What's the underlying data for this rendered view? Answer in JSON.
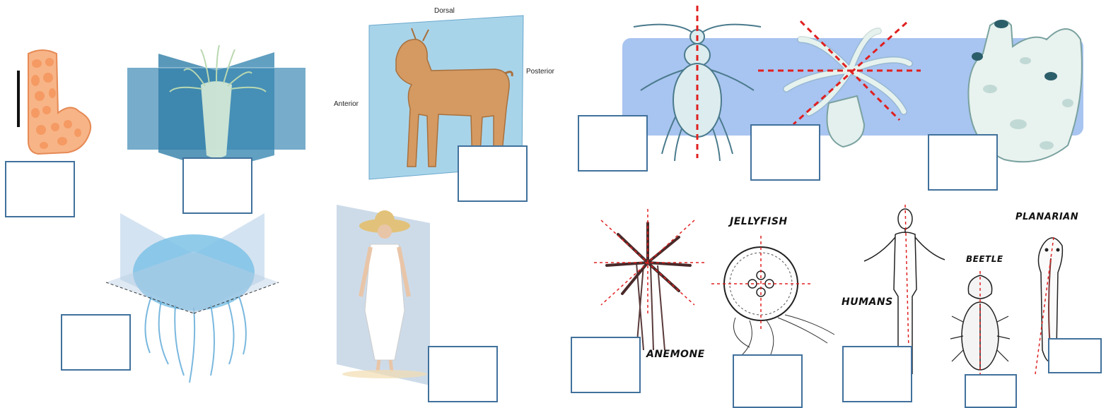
{
  "goal_panel": {
    "direction_labels": {
      "dorsal": "Dorsal",
      "posterior": "Posterior",
      "anterior": "Anterior"
    }
  },
  "sketch_panel": {
    "organism_labels": {
      "jellyfish": "JELLYFISH",
      "planarian": "PLANARIAN",
      "beetle": "BEETLE",
      "humans": "HUMANS",
      "anemone": "ANEMONE"
    }
  },
  "answer_boxes": [
    {
      "id": "sponge",
      "value": ""
    },
    {
      "id": "sea-anemone-planes",
      "value": ""
    },
    {
      "id": "goat",
      "value": ""
    },
    {
      "id": "jellyfish-planes",
      "value": ""
    },
    {
      "id": "woman",
      "value": ""
    },
    {
      "id": "beetle-photo",
      "value": ""
    },
    {
      "id": "anemone-photo",
      "value": ""
    },
    {
      "id": "sponge-photo",
      "value": ""
    },
    {
      "id": "anemone-sketch",
      "value": ""
    },
    {
      "id": "jellyfish-sketch",
      "value": ""
    },
    {
      "id": "human-sketch",
      "value": ""
    },
    {
      "id": "beetle-sketch",
      "value": ""
    },
    {
      "id": "planarian-sketch",
      "value": ""
    }
  ],
  "colors": {
    "box_border": "#41719c",
    "symmetry_line": "#e02020",
    "plane_blue": "#4a90b8",
    "band_blue": "#a8c4f0"
  }
}
